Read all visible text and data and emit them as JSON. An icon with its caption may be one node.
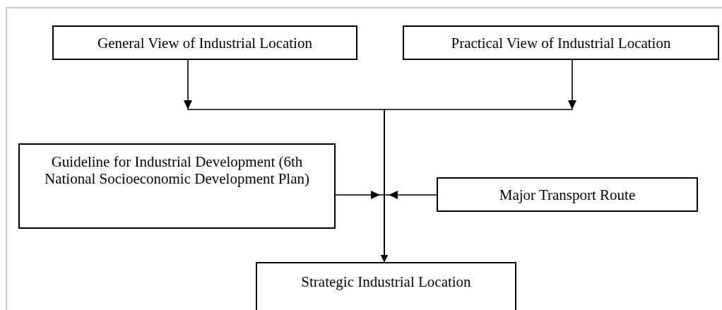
{
  "diagram": {
    "nodes": [
      {
        "text": [
          "General View of Industrial Location"
        ]
      },
      {
        "text": [
          "Practical View of Industrial Location"
        ]
      },
      {
        "text": [
          "Guideline for Industrial Development (6th National Socioeconomic Development Plan)"
        ]
      },
      {
        "text": [
          "Major Transport Route"
        ]
      },
      {
        "text": [
          "Strategic Industrial Location"
        ]
      }
    ],
    "edges": [
      {
        "from": 0,
        "to": 4,
        "arrow": "to"
      },
      {
        "from": 1,
        "to": 4,
        "arrow": "to"
      },
      {
        "from": 2,
        "to": 4,
        "arrow": "to"
      },
      {
        "from": 3,
        "to": 4,
        "arrow": "to"
      }
    ]
  }
}
